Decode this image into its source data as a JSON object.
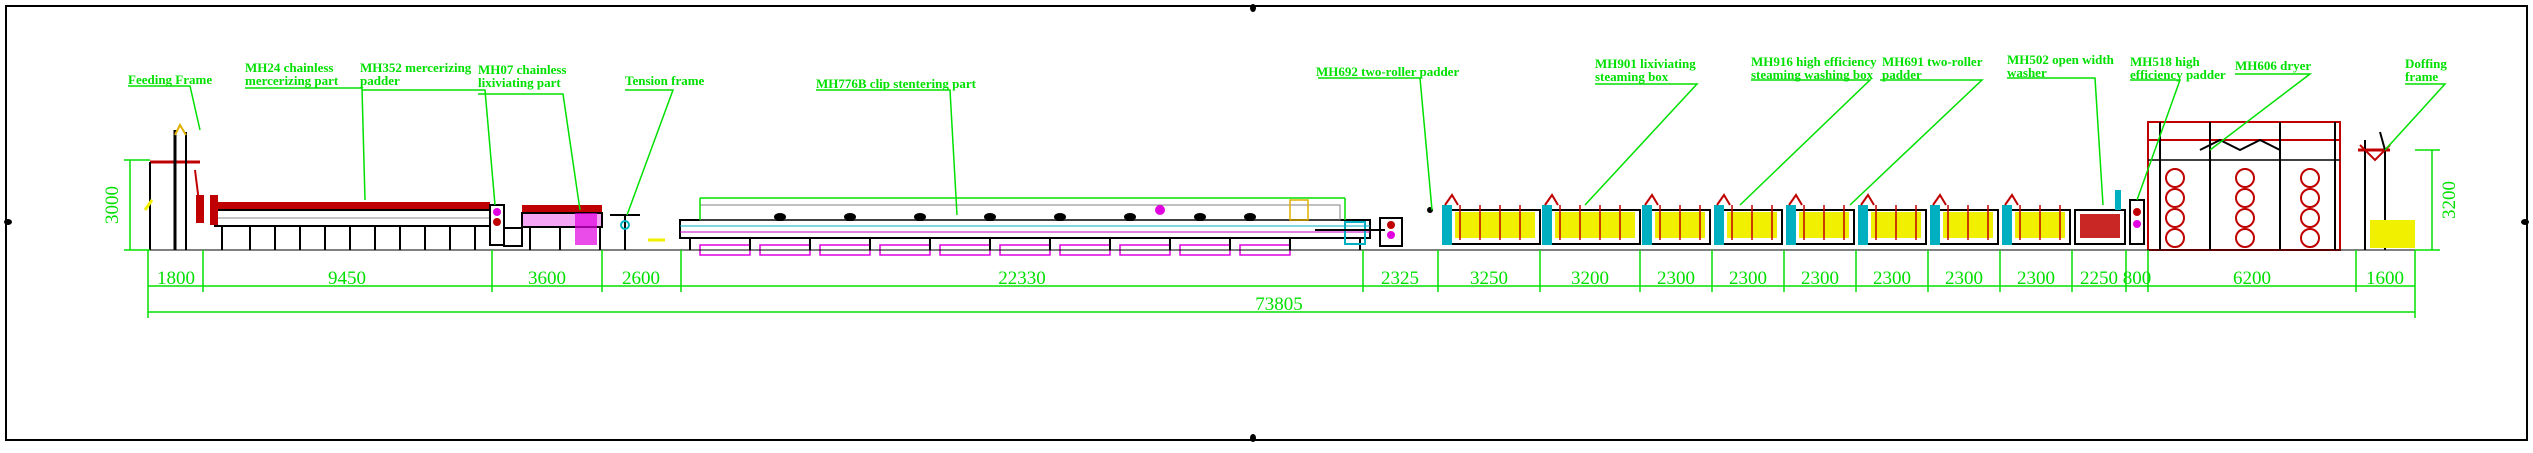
{
  "colors": {
    "annotation": "#00e000",
    "frame": "#000000",
    "machine_red": "#c00000",
    "machine_magenta": "#e000e0",
    "machine_yellow": "#f0f000",
    "machine_cyan": "#00b0c0"
  },
  "labels": {
    "feeding_frame": "Feeding Frame",
    "mh24_line1": "MH24 chainless",
    "mh24_line2": "mercerizing part",
    "mh352_line1": "MH352 mercerizing",
    "mh352_line2": "padder",
    "mh07_line1": "MH07 chainless",
    "mh07_line2": "lixiviating part",
    "tension_frame": "Tension frame",
    "mh776b": "MH776B clip stentering part",
    "mh692": "MH692 two-roller padder",
    "mh901_line1": "MH901 lixiviating",
    "mh901_line2": "steaming box",
    "mh916_line1": "MH916 high efficiency",
    "mh916_line2": "steaming washing box",
    "mh691_line1": "MH691 two-roller",
    "mh691_line2": "padder",
    "mh502_line1": "MH502 open width",
    "mh502_line2": "washer",
    "mh518_line1": "MH518 high",
    "mh518_line2": "efficiency padder",
    "mh606": "MH606 dryer",
    "doffing_line1": "Doffing",
    "doffing_line2": "frame"
  },
  "dimensions": {
    "segments": [
      "1800",
      "9450",
      "3600",
      "2600",
      "22330",
      "2325",
      "3250",
      "3200",
      "2300",
      "2300",
      "2300",
      "2300",
      "2300",
      "2300",
      "2250",
      "800",
      "6200",
      "1600"
    ],
    "total": "73805",
    "height_left": "3000",
    "height_right": "3200"
  }
}
